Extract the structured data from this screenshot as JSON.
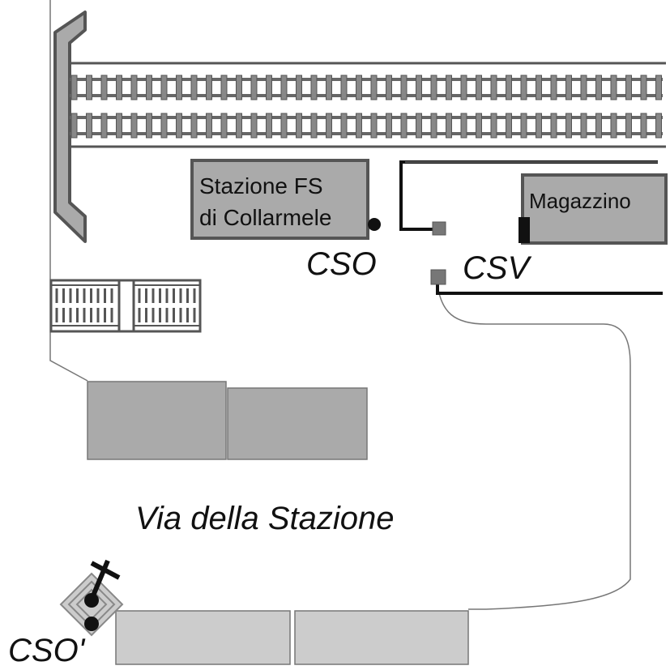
{
  "buildings": {
    "station_line1": "Stazione FS",
    "station_line2": "di Collarmele",
    "warehouse": "Magazzino"
  },
  "points": {
    "cso": "CSO",
    "csv": "CSV",
    "cso_prime": "CSO'"
  },
  "street": "Via della Stazione",
  "colors": {
    "building_fill": "#aaaaaa",
    "building_stroke": "#555555",
    "light_building_fill": "#cccccc",
    "line": "#111111",
    "rail": "#888888"
  }
}
